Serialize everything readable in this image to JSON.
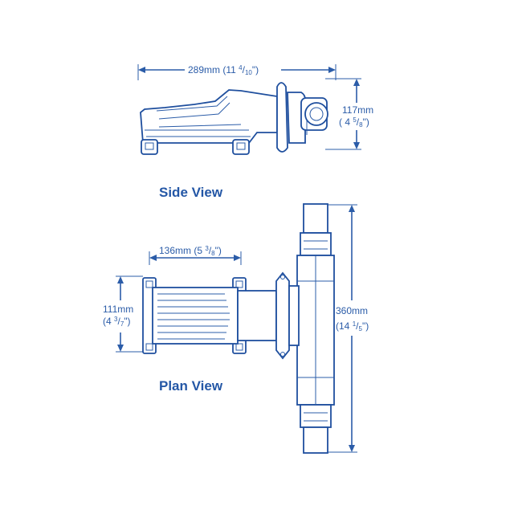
{
  "colors": {
    "line": "#2b5ca8",
    "text": "#2457a6"
  },
  "views": {
    "side": {
      "title": "Side View",
      "length": {
        "text": "289mm (11 ",
        "frac_num": "4",
        "frac_den": "10",
        "close": "\")"
      },
      "height": {
        "mm": "117mm",
        "text": "( 4 ",
        "frac_num": "5",
        "frac_den": "8",
        "close": "\")"
      }
    },
    "plan": {
      "title": "Plan View",
      "width": {
        "text": "136mm (5 ",
        "frac_num": "3",
        "frac_den": "8",
        "close": "\")"
      },
      "depth": {
        "mm": "111mm",
        "text": "(4 ",
        "frac_num": "3",
        "frac_den": "7",
        "close": "\")"
      },
      "pipe": {
        "mm": "360mm",
        "text": "(14 ",
        "frac_num": "1",
        "frac_den": "5",
        "close": "\")"
      }
    }
  }
}
